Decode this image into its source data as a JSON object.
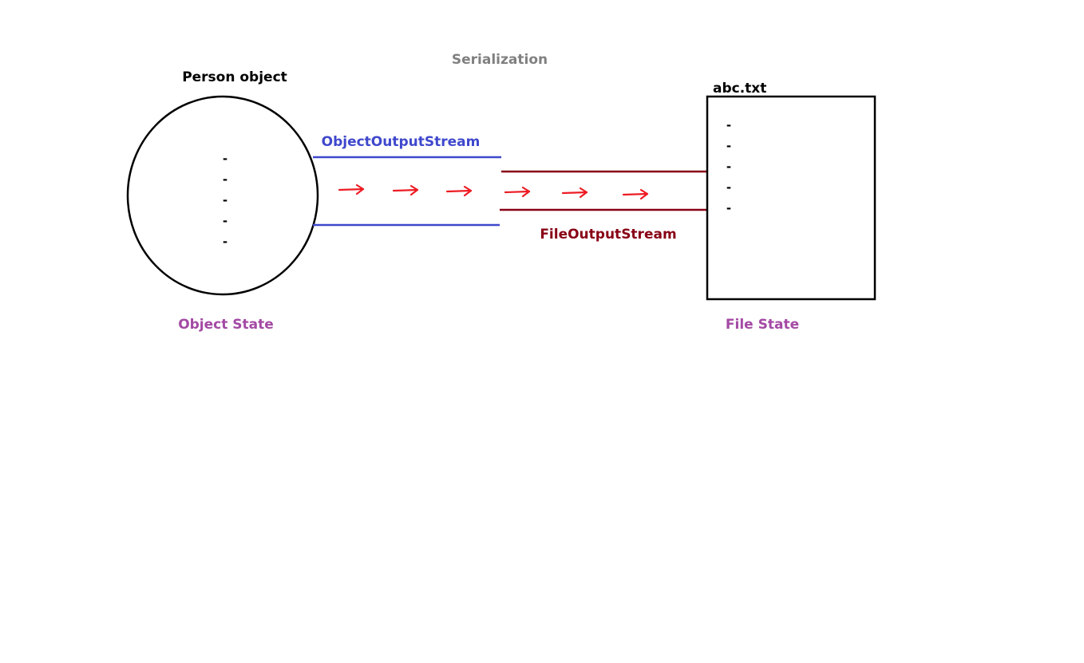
{
  "title": "Serialization",
  "object": {
    "label": "Person object",
    "state_label": "Object State",
    "dashes": [
      "-",
      "-",
      "-",
      "-",
      "-"
    ]
  },
  "file": {
    "label": "abc.txt",
    "state_label": "File State",
    "dashes": [
      "-",
      "-",
      "-",
      "-",
      "-"
    ]
  },
  "streams": {
    "object_output": "ObjectOutputStream",
    "file_output": "FileOutputStream"
  },
  "colors": {
    "title": "#808080",
    "object_stream": "#3f48cc",
    "file_stream": "#880015",
    "arrows": "#ed1c24",
    "state_labels": "#a349a4",
    "outline": "#000000"
  },
  "arrow_count": 6
}
